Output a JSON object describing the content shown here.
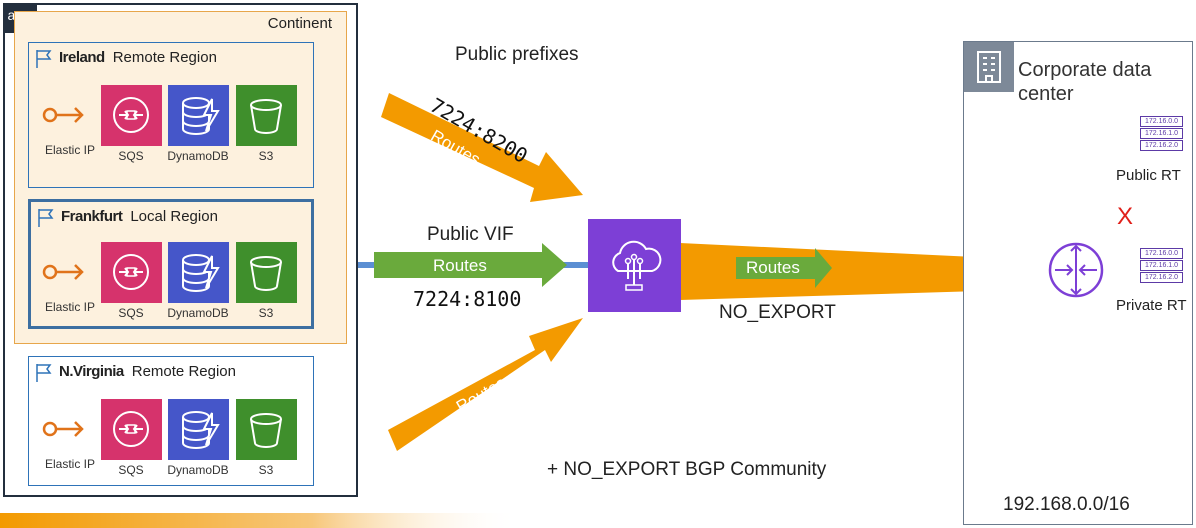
{
  "aws_logo": "aws",
  "continent": {
    "label": "Continent"
  },
  "regions": [
    {
      "name": "Ireland",
      "type": "Remote Region",
      "services": [
        "Elastic IP",
        "SQS",
        "DynamoDB",
        "S3"
      ]
    },
    {
      "name": "Frankfurt",
      "type": "Local Region",
      "services": [
        "Elastic IP",
        "SQS",
        "DynamoDB",
        "S3"
      ]
    },
    {
      "name": "N.Virginia",
      "type": "Remote Region",
      "services": [
        "Elastic IP",
        "SQS",
        "DynamoDB",
        "S3"
      ]
    }
  ],
  "labels": {
    "public_prefixes": "Public prefixes",
    "public_vif": "Public VIF",
    "routes": "Routes",
    "community_top": "7224:8200",
    "community_mid": "7224:8100",
    "no_export": "NO_EXPORT",
    "no_export_bgp": "+ NO_EXPORT BGP Community",
    "blocked_mark": "X"
  },
  "datacenter": {
    "title": "Corporate data center",
    "cidr": "192.168.0.0/16",
    "public_rt": "Public RT",
    "private_rt": "Private RT",
    "routes": [
      "172.16.0.0",
      "172.16.1.0",
      "172.16.2.0"
    ]
  },
  "colors": {
    "orange_arrow": "#f39a00",
    "green_arrow": "#6aaa3c",
    "purple": "#7d3fd6",
    "continent_fill": "#fdf1de",
    "sqs": "#d6336c",
    "dynamodb": "#4556c9",
    "s3": "#3f8f2c",
    "elastic_ip": "#e0731a"
  },
  "icons": [
    "aws-logo",
    "flag-icon",
    "elastic-ip-icon",
    "sqs-icon",
    "dynamodb-icon",
    "s3-icon",
    "direct-connect-icon",
    "router-icon",
    "building-icon"
  ]
}
